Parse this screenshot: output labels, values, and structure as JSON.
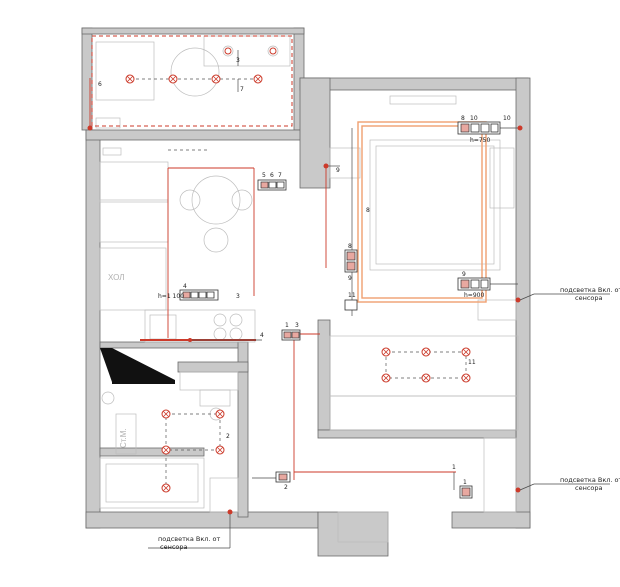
{
  "rooms": {
    "hall": "ХОЛ",
    "bath": "Ст.М."
  },
  "numbers": {
    "n1": "1",
    "n2": "2",
    "n3": "3",
    "n4": "4",
    "n5": "5",
    "n6": "6",
    "n7": "7",
    "n8": "8",
    "n9": "9",
    "n10": "10",
    "n11": "11"
  },
  "heights": {
    "h1100": "h=1 100",
    "h750": "h=750",
    "h900": "h=900"
  },
  "notes": {
    "sensor_line1": "подсветка Вкл. от",
    "sensor_line2": "сенсора"
  },
  "colors": {
    "wire_orange": "#f0a070",
    "wire_red": "#cc3a2a",
    "wall_fill": "#c9c9c9"
  }
}
